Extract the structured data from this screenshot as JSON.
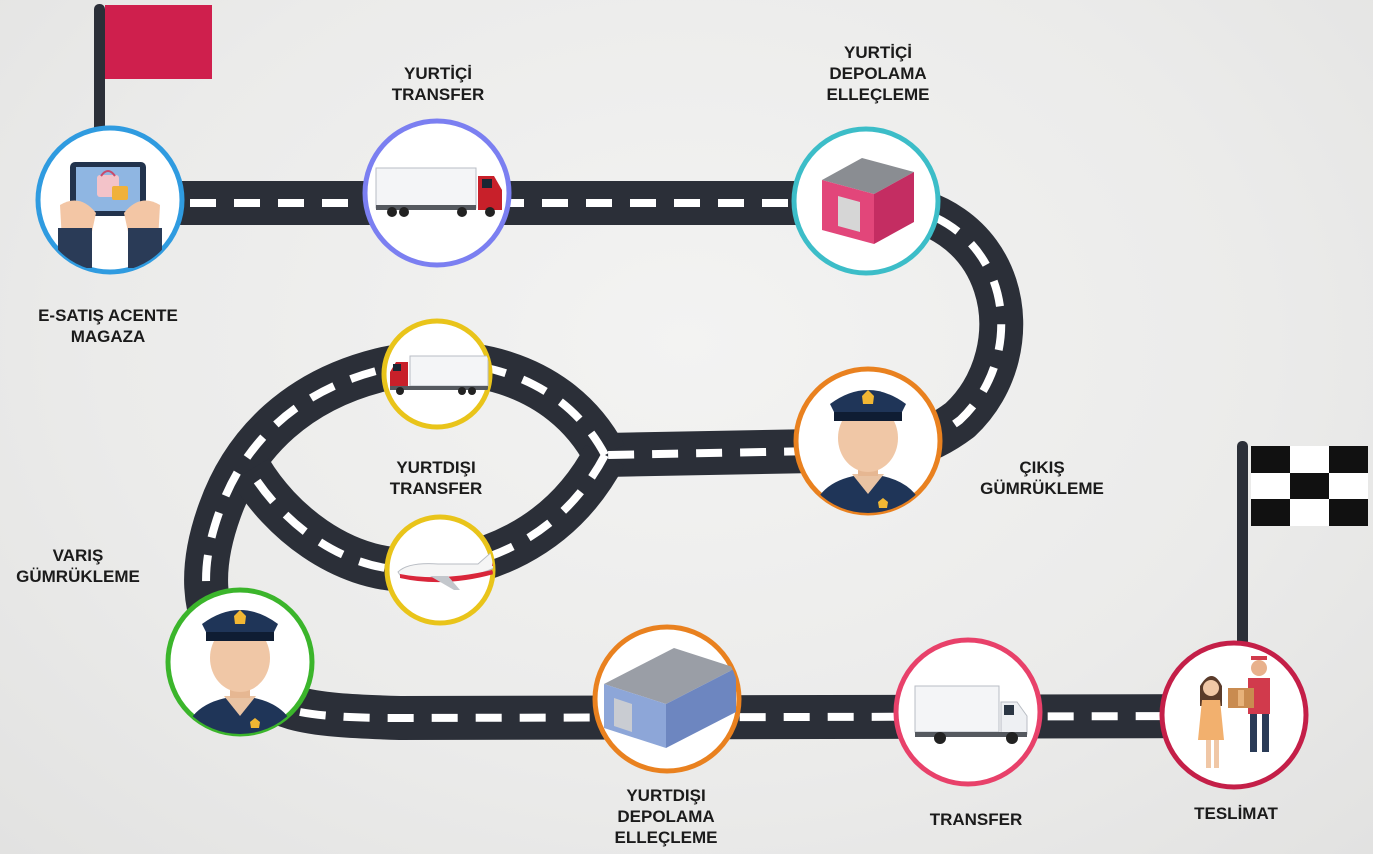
{
  "colors": {
    "road": "#2b2f38",
    "dash": "#ffffff",
    "start_flag": "#cf1f4d",
    "pole": "#2b2f38",
    "ring_blue": "#2f9be0",
    "ring_purple": "#7b7ff1",
    "ring_teal": "#3cbdc8",
    "ring_orange": "#e9811f",
    "ring_yellow": "#e9c41a",
    "ring_green": "#3bb52b",
    "ring_pink": "#e8416a",
    "ring_crimson": "#c41f48"
  },
  "stages": {
    "e_satis": {
      "label": "E-SATIŞ ACENTE\nMAGAZA",
      "icon": "tablet-shopping-icon"
    },
    "yurtici_transfer": {
      "label": "YURTİÇİ\nTRANSFER",
      "icon": "truck-icon"
    },
    "yurtici_depolama": {
      "label": "YURTİÇİ\nDEPOLAMA\nELLEÇLEME",
      "icon": "warehouse-icon"
    },
    "cikis_gumrukleme": {
      "label": "ÇIKIŞ\nGÜMRÜKLEME",
      "icon": "customs-officer-icon"
    },
    "yurtdisi_transfer": {
      "label": "YURTDIŞI\nTRANSFER",
      "icons": [
        "truck-icon",
        "airplane-icon"
      ]
    },
    "varis_gumrukleme": {
      "label": "VARIŞ\nGÜMRÜKLEME",
      "icon": "customs-officer-icon"
    },
    "yurtdisi_depolama": {
      "label": "YURTDIŞI\nDEPOLAMA\nELLEÇLEME",
      "icon": "warehouse-icon"
    },
    "transfer": {
      "label": "TRANSFER",
      "icon": "box-truck-icon"
    },
    "teslimat": {
      "label": "TESLİMAT",
      "icon": "package-delivery-icon"
    }
  },
  "flags": {
    "start": "start-flag-icon",
    "finish": "checkered-finish-flag-icon"
  }
}
